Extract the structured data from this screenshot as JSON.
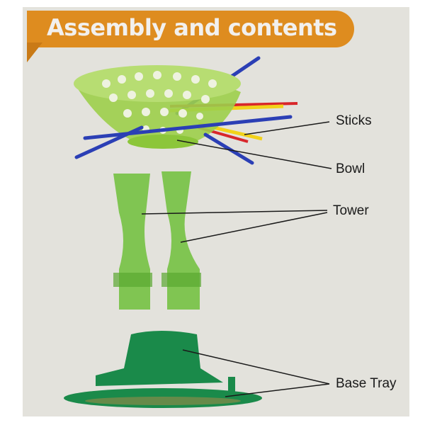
{
  "header": {
    "title": "Assembly and contents"
  },
  "labels": {
    "sticks": "Sticks",
    "bowl": "Bowl",
    "tower": "Tower",
    "base_tray": "Base Tray"
  },
  "colors": {
    "banner": "#de8c1f",
    "background": "#e3e2dc",
    "bowl": "#9ccf4a",
    "tower": "#6fbf3a",
    "base": "#1a8a4a",
    "stick_blue": "#2b3fb5",
    "stick_yellow": "#f2d21a",
    "stick_red": "#d8262a"
  }
}
